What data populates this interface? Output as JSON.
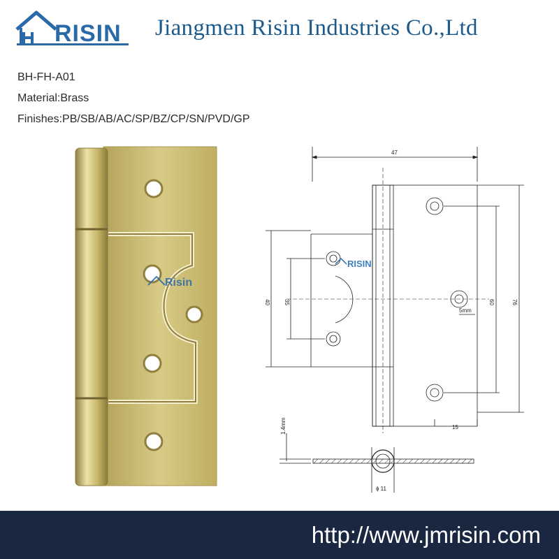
{
  "header": {
    "logo_text": "RISIN",
    "company_name": "Jiangmen Risin Industries Co.,Ltd"
  },
  "product": {
    "model": "BH-FH-A01",
    "material": "Material:Brass",
    "finishes": "Finishes:PB/SB/AB/AC/SP/BZ/CP/SN/PVD/GP"
  },
  "watermark": {
    "photo_logo": "Risin",
    "drawing_logo": "RISIN"
  },
  "drawing": {
    "dim_width": "47",
    "dim_height_left": "40",
    "dim_inner_left": "35",
    "dim_hole_spacing": "60",
    "dim_total_height": "76",
    "dim_offset": "5mm",
    "dim_bottom": "15",
    "dim_thickness": "1.4mm",
    "dim_pin": "ɸ 11"
  },
  "footer": {
    "url": "http://www.jmrisin.com"
  },
  "colors": {
    "brand_blue": "#1b5a8c",
    "footer_bg": "#1a2740",
    "brass": "#c9b86a"
  }
}
